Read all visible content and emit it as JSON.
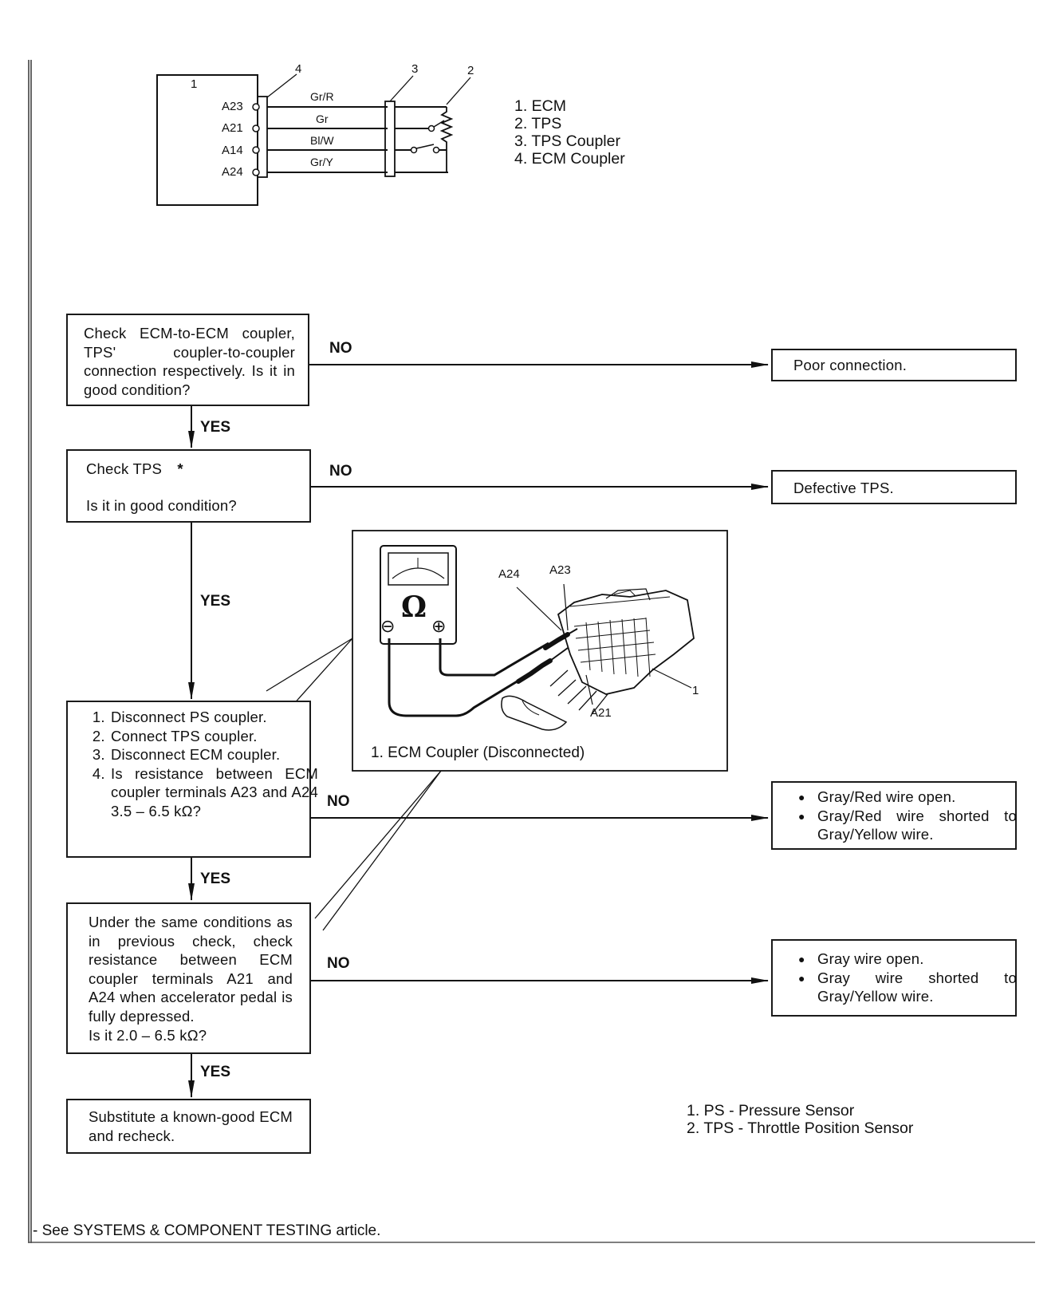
{
  "schematic": {
    "ecm_number": "1",
    "callouts": [
      "4",
      "3",
      "2"
    ],
    "pins": [
      "A23",
      "A21",
      "A14",
      "A24"
    ],
    "wires": [
      "Gr/R",
      "Gr",
      "Bl/W",
      "Gr/Y"
    ],
    "legend": [
      "1. ECM",
      "2. TPS",
      "3. TPS Coupler",
      "4. ECM Coupler"
    ]
  },
  "flow": {
    "step1": {
      "text": "Check ECM-to-ECM coupler, TPS' coupler-to-coupler connection respectively. Is it in good condition?",
      "no": "NO",
      "result": "Poor connection.",
      "yes": "YES"
    },
    "step2": {
      "line1": "Check TPS",
      "star": "*",
      "line2": "Is it in good condition?",
      "no": "NO",
      "result": "Defective TPS.",
      "yes": "YES"
    },
    "step3": {
      "items": [
        "Disconnect PS coupler.",
        "Connect TPS coupler.",
        "Disconnect ECM coupler.",
        "Is resistance between ECM coupler terminals A23 and A24 3.5 – 6.5 kΩ?"
      ],
      "no": "NO",
      "results": [
        "Gray/Red wire open.",
        "Gray/Red wire shorted to Gray/Yellow wire."
      ],
      "yes": "YES"
    },
    "step4": {
      "text": "Under the same conditions as in previous check, check resistance between ECM coupler terminals A21 and A24 when accelerator pedal is fully depressed.",
      "question": "Is it 2.0 – 6.5 kΩ?",
      "no": "NO",
      "results": [
        "Gray wire open.",
        "Gray wire shorted to Gray/Yellow wire."
      ],
      "yes": "YES"
    },
    "step5": {
      "text": "Substitute a known-good ECM and recheck."
    }
  },
  "inset": {
    "meter_symbol": "Ω",
    "minus": "⊖",
    "plus": "⊕",
    "terminal_a24": "A24",
    "terminal_a23": "A23",
    "terminal_a21": "A21",
    "callout": "1",
    "caption": "1. ECM Coupler (Disconnected)"
  },
  "abbreviations": [
    "1. PS  -  Pressure Sensor",
    "2. TPS  -  Throttle Position Sensor"
  ],
  "footnote": "- See SYSTEMS & COMPONENT TESTING article."
}
